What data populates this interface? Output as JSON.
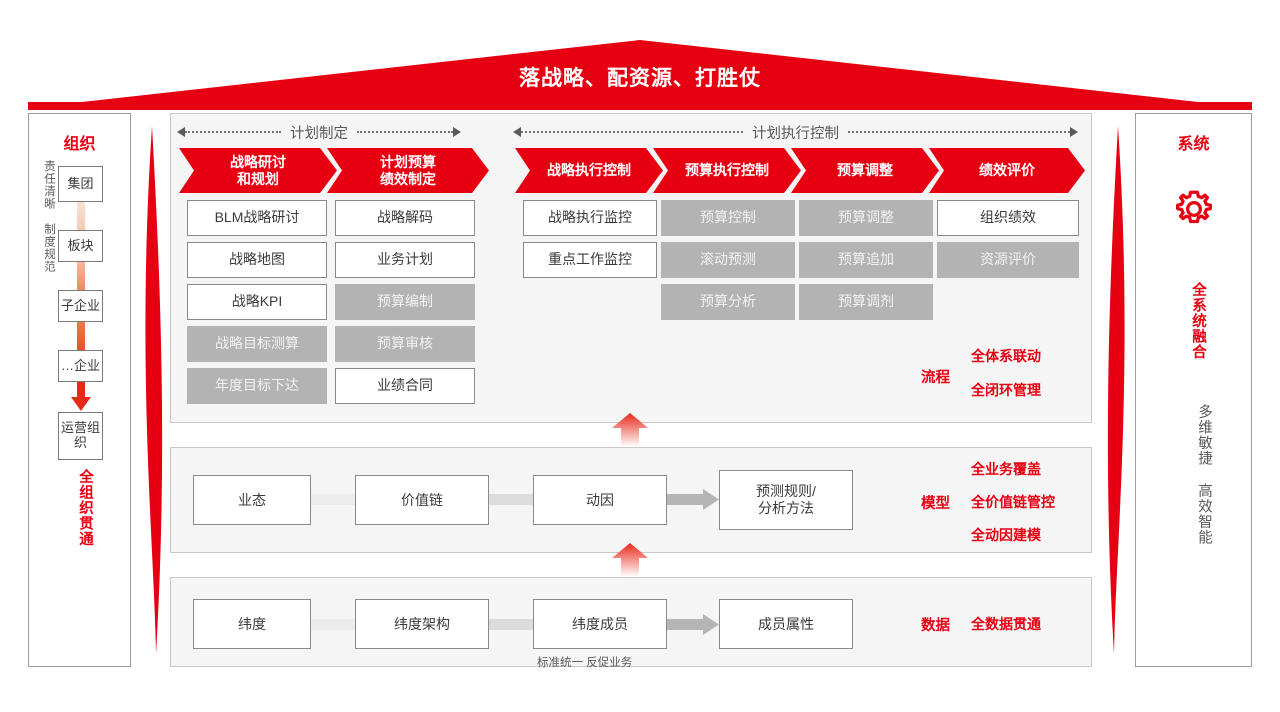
{
  "banner": {
    "title": "落战略、配资源、打胜仗",
    "color": "#e60012"
  },
  "org_panel": {
    "title": "组织",
    "side_label": "责任清晰 制度规范",
    "bottom_label": "全组织贯通",
    "nodes": [
      "集团",
      "板块",
      "子企业",
      "…企业",
      "运营组织"
    ]
  },
  "sys_panel": {
    "title": "系统",
    "icon": "gear-icon",
    "red_label": "全系统融合",
    "gray_label": "多维敏捷 高效智能"
  },
  "process_panel": {
    "span_left_label": "计划制定",
    "span_right_label": "计划执行控制",
    "stages": [
      {
        "name": "战略研讨\n和规划",
        "line1": "战略研讨",
        "line2": "和规划",
        "items": [
          {
            "label": "BLM战略研讨",
            "style": "white"
          },
          {
            "label": "战略地图",
            "style": "white"
          },
          {
            "label": "战略KPI",
            "style": "white"
          },
          {
            "label": "战略目标测算",
            "style": "gray"
          },
          {
            "label": "年度目标下达",
            "style": "gray"
          }
        ]
      },
      {
        "name": "计划预算\n绩效制定",
        "line1": "计划预算",
        "line2": "绩效制定",
        "items": [
          {
            "label": "战略解码",
            "style": "white"
          },
          {
            "label": "业务计划",
            "style": "white"
          },
          {
            "label": "预算编制",
            "style": "gray"
          },
          {
            "label": "预算审核",
            "style": "gray"
          },
          {
            "label": "业绩合同",
            "style": "white"
          }
        ]
      },
      {
        "name": "战略执行控制",
        "line1": "战略执行控制",
        "line2": "",
        "items": [
          {
            "label": "战略执行监控",
            "style": "white"
          },
          {
            "label": "重点工作监控",
            "style": "white"
          }
        ]
      },
      {
        "name": "预算执行控制",
        "line1": "预算执行控制",
        "line2": "",
        "items": [
          {
            "label": "预算控制",
            "style": "gray"
          },
          {
            "label": "滚动预测",
            "style": "gray"
          },
          {
            "label": "预算分析",
            "style": "gray"
          }
        ]
      },
      {
        "name": "预算调整",
        "line1": "预算调整",
        "line2": "",
        "items": [
          {
            "label": "预算调整",
            "style": "gray"
          },
          {
            "label": "预算追加",
            "style": "gray"
          },
          {
            "label": "预算调剂",
            "style": "gray"
          }
        ]
      },
      {
        "name": "绩效评价",
        "line1": "绩效评价",
        "line2": "",
        "items": [
          {
            "label": "组织绩效",
            "style": "white"
          },
          {
            "label": "资源评价",
            "style": "gray"
          }
        ]
      }
    ],
    "category": "流程",
    "tags": [
      "全体系联动",
      "全闭环管理"
    ]
  },
  "model_panel": {
    "boxes": [
      "业态",
      "价值链",
      "动因",
      "预测规则/\n分析方法"
    ],
    "box4_line1": "预测规则/",
    "box4_line2": "分析方法",
    "category": "模型",
    "tags": [
      "全业务覆盖",
      "全价值链管控",
      "全动因建模"
    ]
  },
  "data_panel": {
    "boxes": [
      "纬度",
      "纬度架构",
      "纬度成员",
      "成员属性"
    ],
    "note": "标准统一 反促业务",
    "category": "数据",
    "tags": [
      "全数据贯通"
    ]
  }
}
